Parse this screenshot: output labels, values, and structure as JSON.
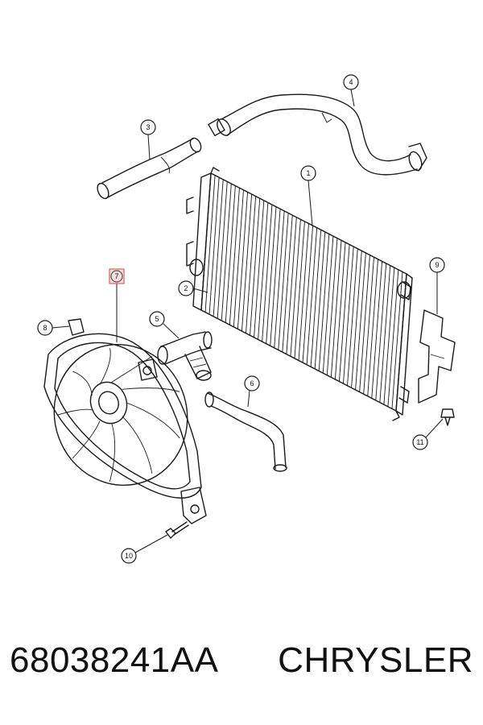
{
  "diagram": {
    "callouts": [
      {
        "id": "1",
        "label": "1"
      },
      {
        "id": "2",
        "label": "2"
      },
      {
        "id": "3",
        "label": "3"
      },
      {
        "id": "4",
        "label": "4"
      },
      {
        "id": "5",
        "label": "5"
      },
      {
        "id": "6",
        "label": "6"
      },
      {
        "id": "7",
        "label": "7",
        "highlighted": true
      },
      {
        "id": "8",
        "label": "8"
      },
      {
        "id": "9",
        "label": "9"
      },
      {
        "id": "10",
        "label": "10"
      },
      {
        "id": "11",
        "label": "11"
      }
    ],
    "highlight_color": "#d9534f",
    "highlight_fill": "#f7dede"
  },
  "footer": {
    "part_number": "68038241AA",
    "brand": "CHRYSLER"
  }
}
